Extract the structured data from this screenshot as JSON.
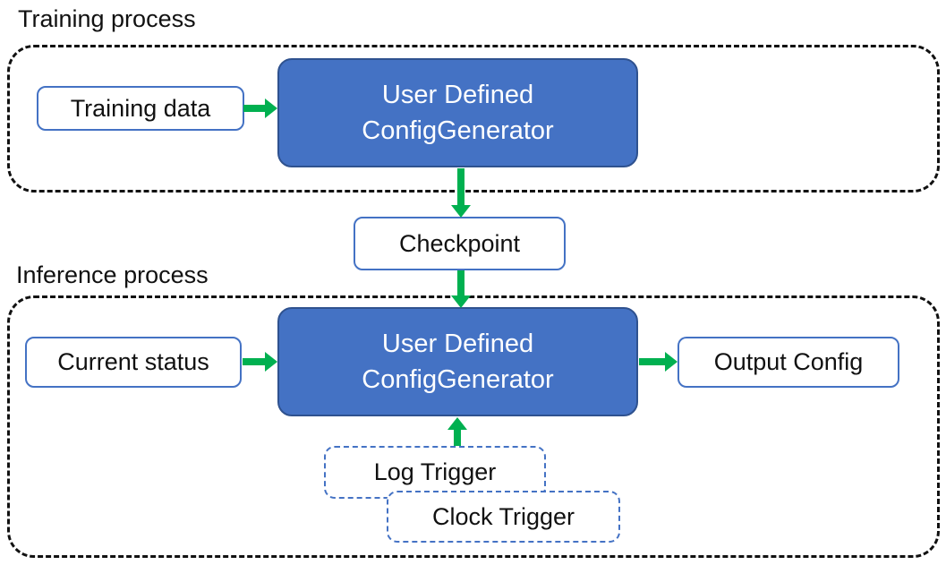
{
  "theme": {
    "accent_blue": "#4472C4",
    "accent_blue_dark": "#2F528F",
    "box_border_blue": "#4472C4",
    "arrow_green": "#00B050",
    "dash_black": "#111111",
    "text_dark": "#111111",
    "text_light": "#FFFFFF"
  },
  "training": {
    "title": "Training process",
    "input_label": "Training data",
    "generator_line1": "User Defined",
    "generator_line2": "ConfigGenerator"
  },
  "checkpoint_label": "Checkpoint",
  "inference": {
    "title": "Inference process",
    "input_label": "Current status",
    "generator_line1": "User Defined",
    "generator_line2": "ConfigGenerator",
    "output_label": "Output Config",
    "triggers": [
      {
        "label": "Log Trigger"
      },
      {
        "label": "Clock Trigger"
      }
    ]
  }
}
